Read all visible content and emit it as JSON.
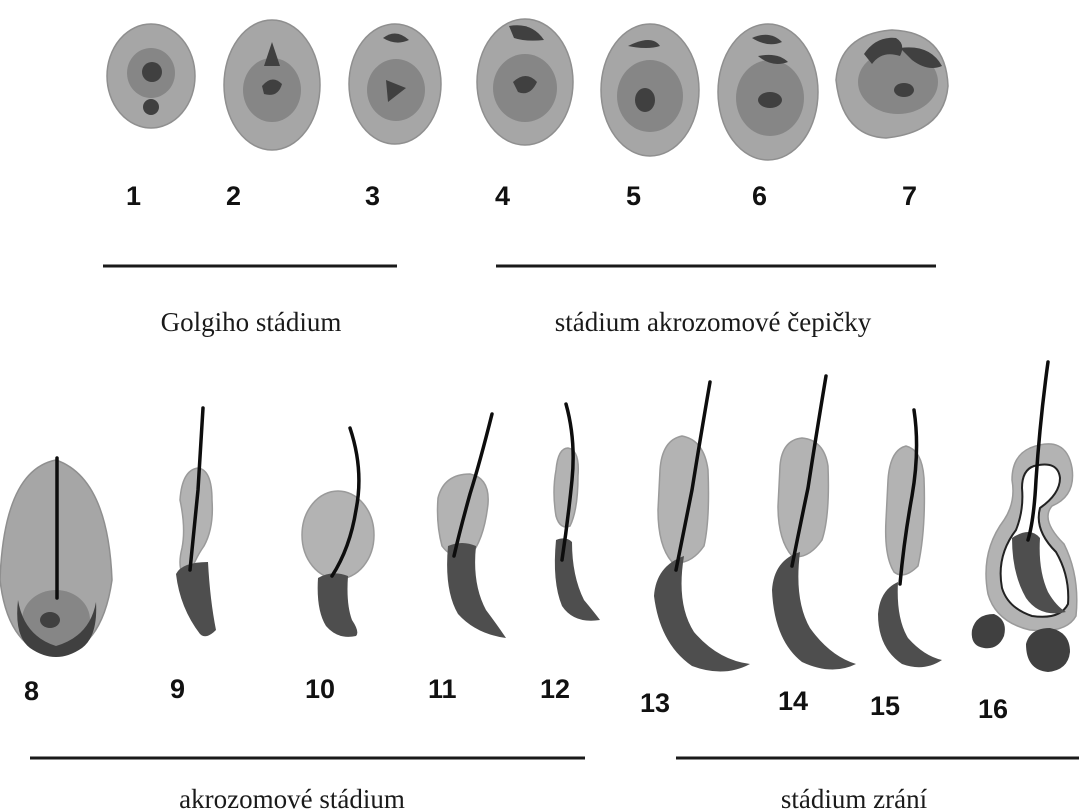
{
  "figure": {
    "stage_numbers": [
      "1",
      "2",
      "3",
      "4",
      "5",
      "6",
      "7",
      "8",
      "9",
      "10",
      "11",
      "12",
      "13",
      "14",
      "15",
      "16"
    ],
    "captions": {
      "golgi": "Golgiho stádium",
      "cap": "stádium akrozomové čepičky",
      "acrosome": "akrozomové stádium",
      "maturation": "stádium zrání"
    }
  },
  "colors": {
    "cytoplasm": "#a6a6a6",
    "nucleus": "#868686",
    "acrosome": "#404040",
    "flagellum": "#0d0d0d"
  }
}
